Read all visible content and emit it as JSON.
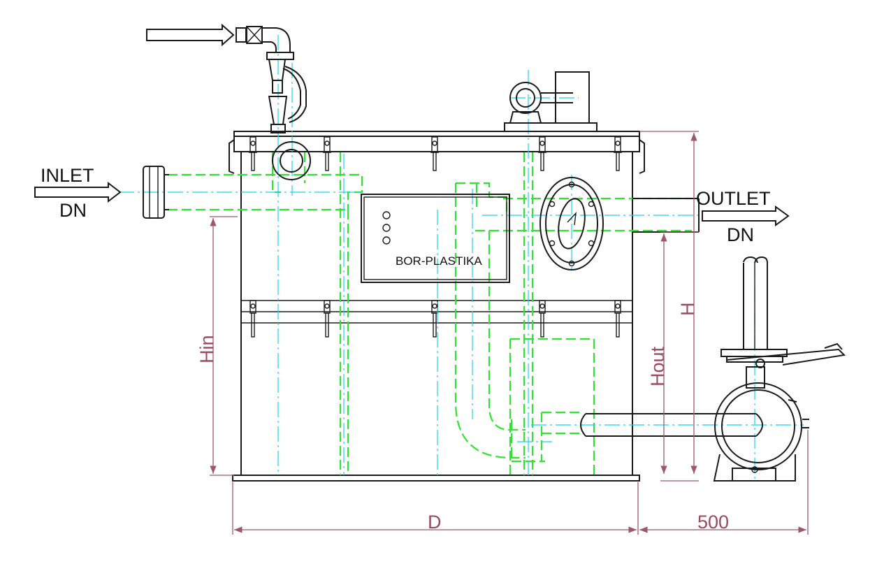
{
  "labels": {
    "inlet": "INLET",
    "inlet_dn": "DN",
    "outlet": "OUTLET",
    "outlet_dn": "DN",
    "nameplate": "BOR-PLASTIKA"
  },
  "dimensions": {
    "h_in": "Hin",
    "h_out": "Hout",
    "h": "H",
    "d": "D",
    "extra_width": "500"
  },
  "colors": {
    "outline": "#1a1a1a",
    "hidden_lines": "#2ee62e",
    "center_lines": "#17d4f0",
    "dimension_lines": "#9a5a6a"
  }
}
